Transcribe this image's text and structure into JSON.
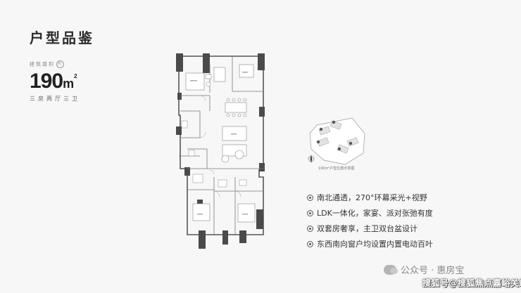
{
  "title": "户型品鉴",
  "area": {
    "label": "建筑面积",
    "badge": "约",
    "value": "190",
    "unit": "m",
    "unit_sup": "2",
    "layout": "三房两厅三卫"
  },
  "site_map": {
    "caption": "190m²户型位置示意图"
  },
  "features": [
    "南北通透，270°环幕采光+视野",
    "LDK一体化，家宴、派对张弛有度",
    "双套房奢享，主卫双台盆设计",
    "东西南向窗户均设置内置电动百叶"
  ],
  "watermarks": {
    "line1": "公众号 · 惠房宝",
    "line2": "搜狐号@搜狐焦点嘉峪关站"
  }
}
